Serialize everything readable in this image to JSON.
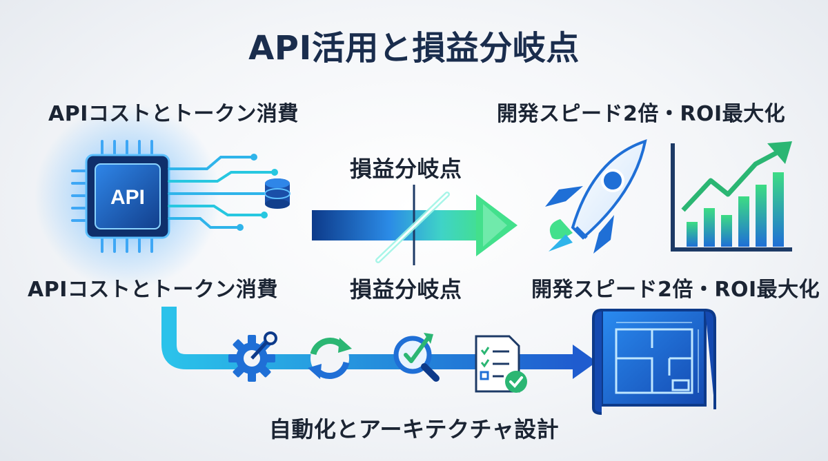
{
  "title": "API活用と損益分岐点",
  "labels": {
    "left_top": "APIコストとトークン消費",
    "left_bottom": "APIコストとトークン消費",
    "center_top": "損益分岐点",
    "center_bottom": "損益分岐点",
    "right_top": "開発スピード2倍・ROI最大化",
    "right_bottom": "開発スピード2倍・ROI最大化",
    "bottom": "自動化とアーキテクチャ設計"
  },
  "chip": {
    "label": "API"
  },
  "icons": [
    "api-chip-icon",
    "database-icon",
    "gear-icon",
    "sync-icon",
    "magnify-check-icon",
    "checklist-icon",
    "rocket-icon",
    "growth-chart-icon",
    "blueprint-icon"
  ],
  "colors": {
    "title": "#1a2d4d",
    "primary_blue": "#1f6fd6",
    "accent_cyan": "#29c6e8",
    "accent_green": "#3ddc84"
  }
}
